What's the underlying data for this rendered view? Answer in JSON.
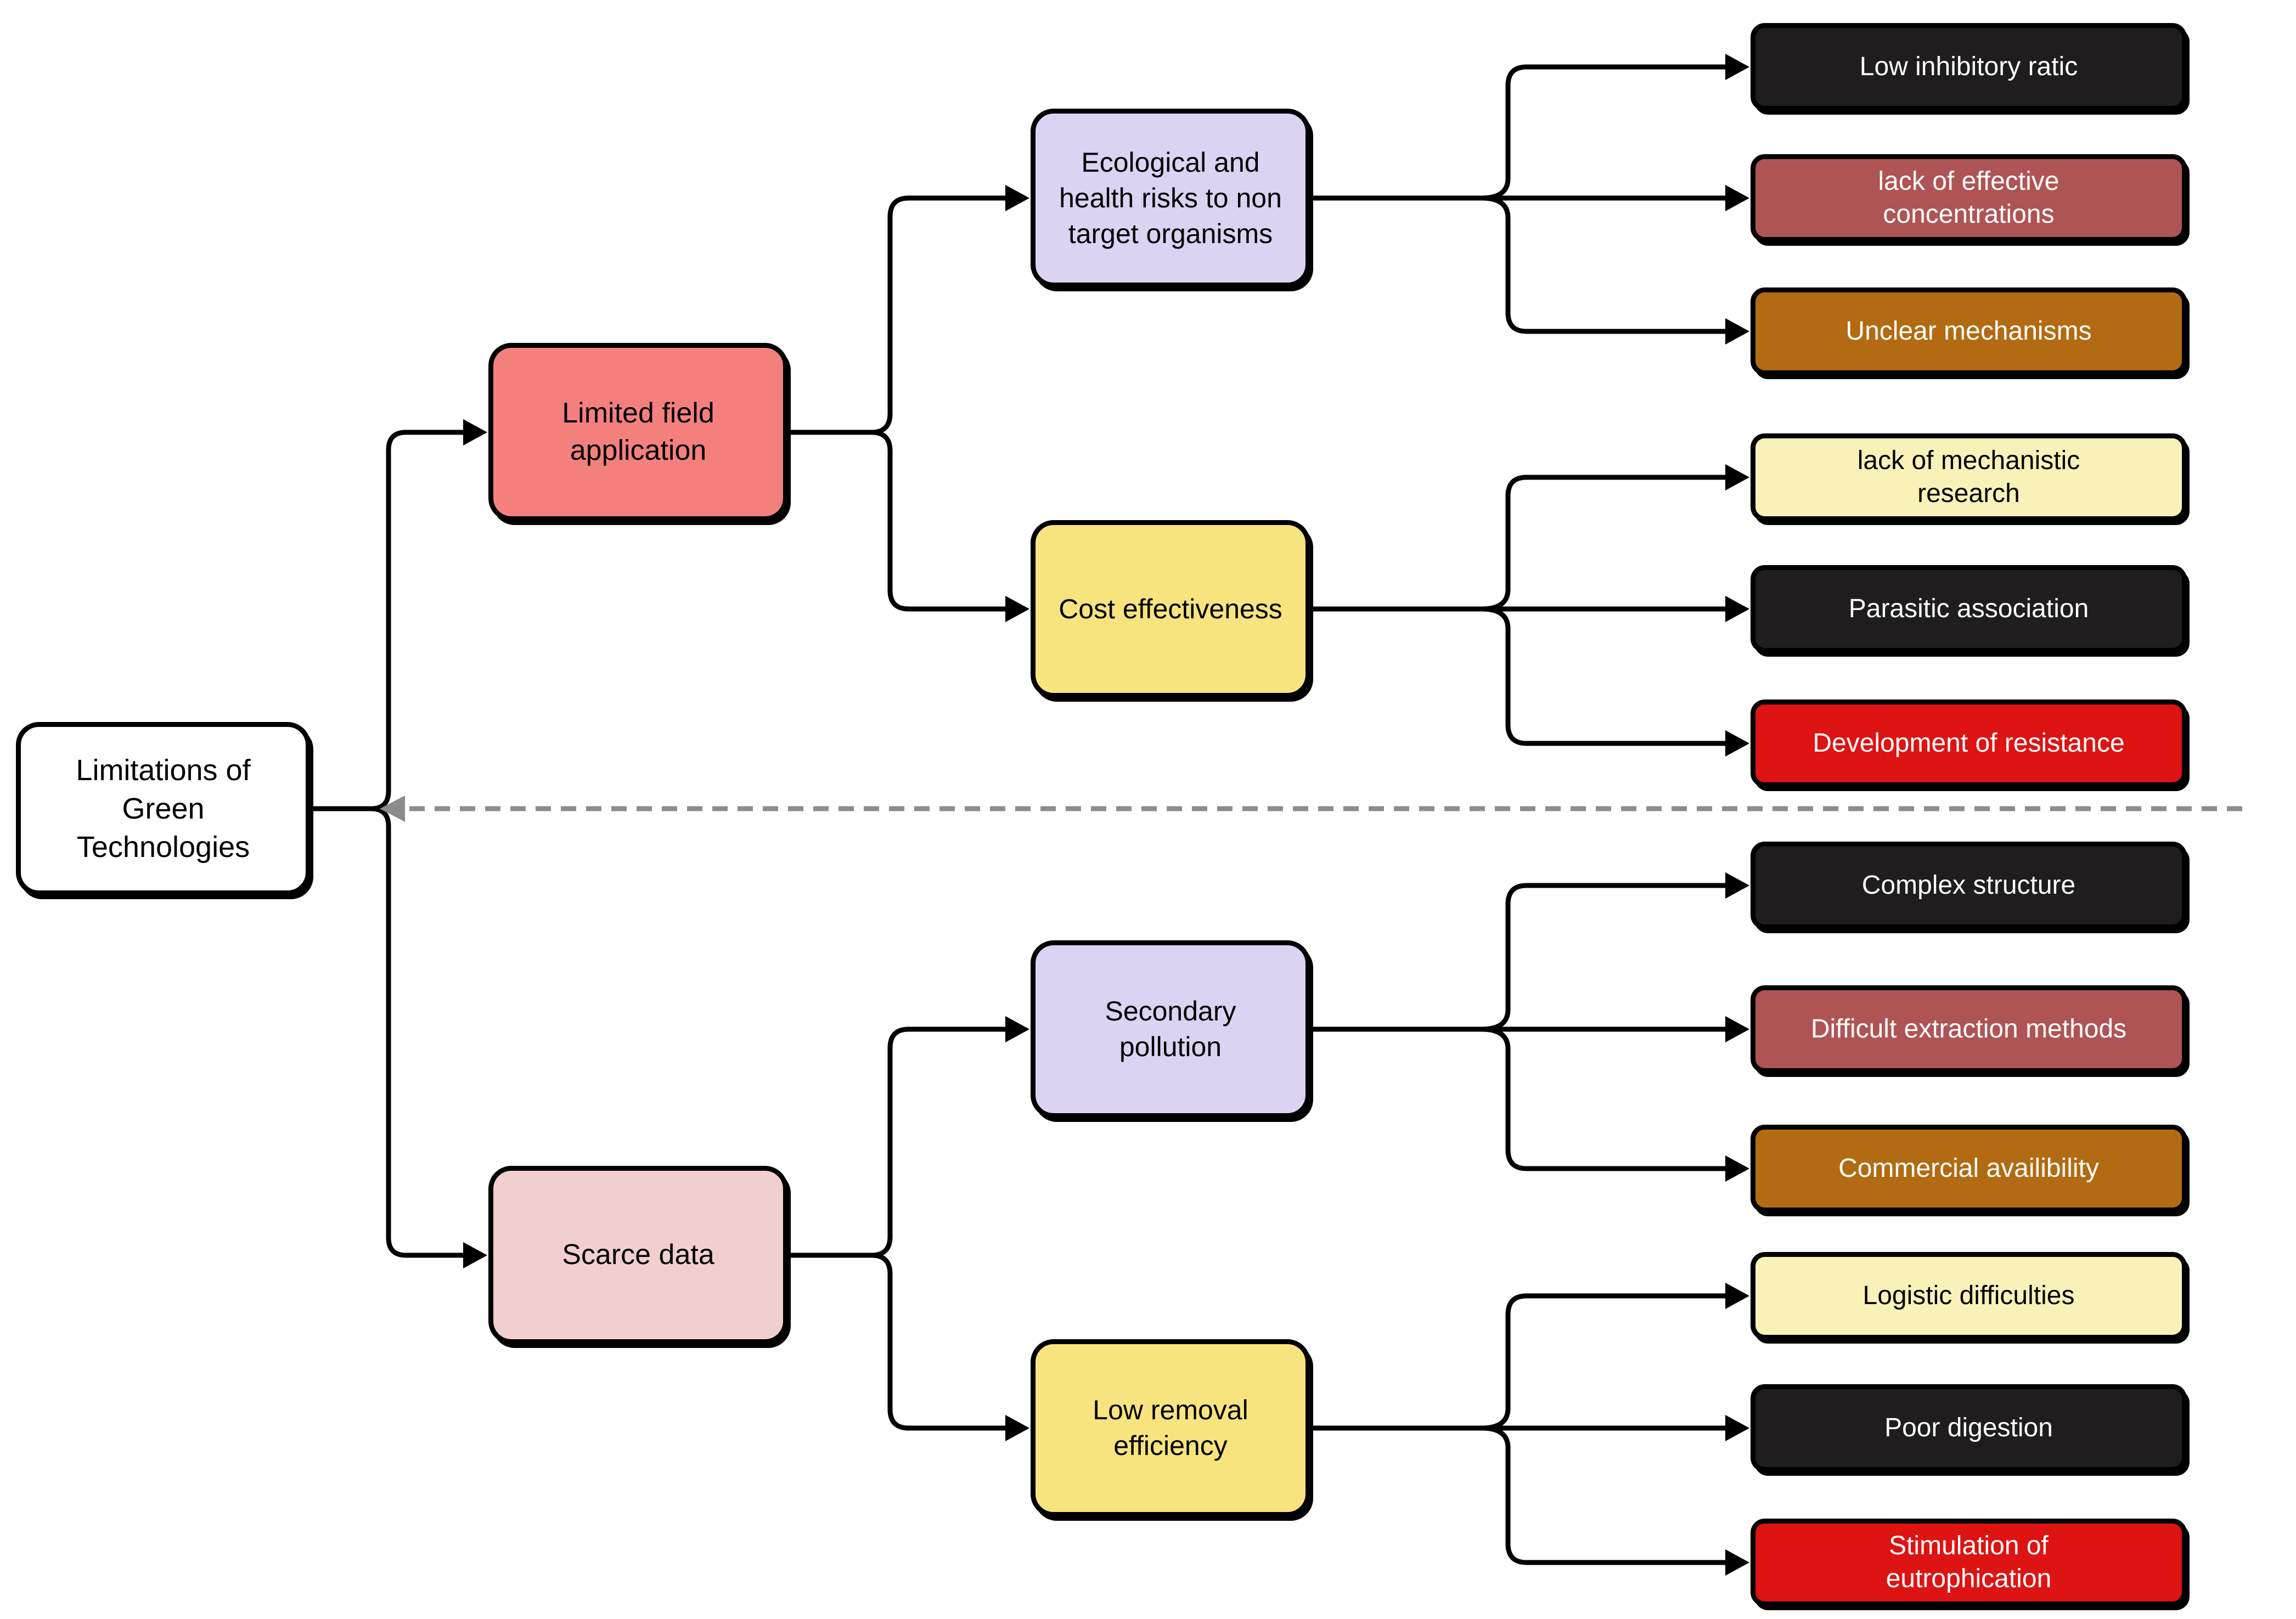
{
  "diagram_title": "Limitations of Green Technologies",
  "colors": {
    "root_bg": "#FFFFFF",
    "salmon": "#F4807E",
    "pink": "#F2CFCF",
    "lavender": "#DCD2F2",
    "yellow": "#F7E47E",
    "pale_yellow": "#F8F2B8",
    "black_box": "#1F1D1D",
    "maroon": "#AF5455",
    "dark_orange": "#B26B12",
    "bright_red": "#DE1313",
    "divider_gray": "#8C8C8C",
    "line_black": "#000000"
  },
  "root": {
    "label": "Limitations of\nGreen\nTechnologies"
  },
  "branches": [
    {
      "label": "Limited field\napplication",
      "children": [
        {
          "label": "Ecological and\nhealth risks to non\ntarget organisms",
          "children": [
            {
              "label": "Low inhibitory ratic"
            },
            {
              "label": "lack of effective\nconcentrations"
            },
            {
              "label": "Unclear mechanisms"
            }
          ]
        },
        {
          "label": "Cost effectiveness",
          "children": [
            {
              "label": "lack of mechanistic\nresearch"
            },
            {
              "label": "Parasitic association"
            },
            {
              "label": "Development of resistance"
            }
          ]
        }
      ]
    },
    {
      "label": "Scarce data",
      "children": [
        {
          "label": "Secondary\npollution",
          "children": [
            {
              "label": "Complex structure"
            },
            {
              "label": "Difficult extraction methods"
            },
            {
              "label": "Commercial availibility"
            }
          ]
        },
        {
          "label": "Low removal\nefficiency",
          "children": [
            {
              "label": "Logistic difficulties"
            },
            {
              "label": "Poor digestion"
            },
            {
              "label": "Stimulation of\neutrophication"
            }
          ]
        }
      ]
    }
  ]
}
